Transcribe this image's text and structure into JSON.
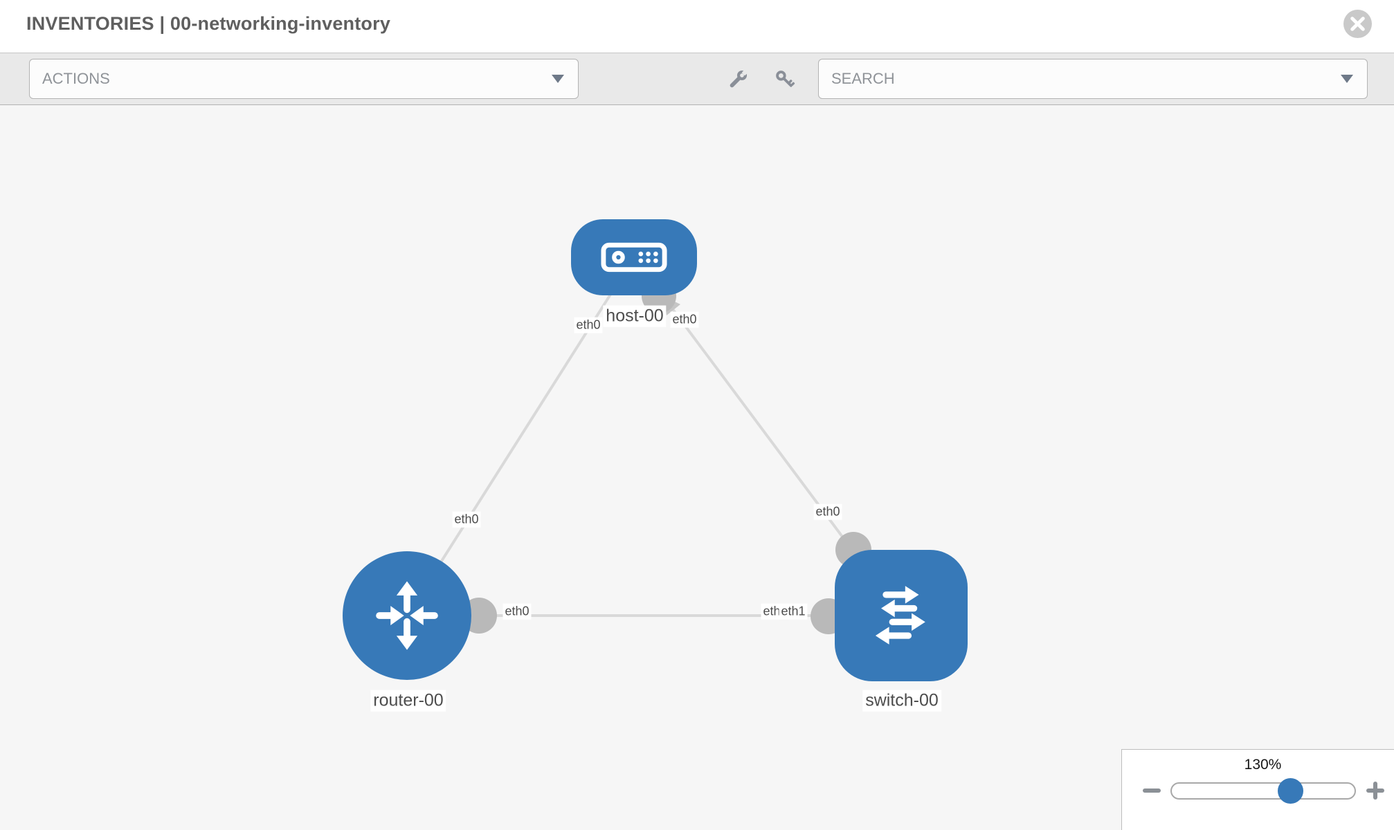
{
  "window": {
    "title": "INVENTORIES | 00-networking-inventory",
    "close_icon": "close-icon"
  },
  "toolbar": {
    "actions": {
      "label": "ACTIONS",
      "caret_icon": "chevron-down-icon"
    },
    "tools": [
      {
        "icon": "wrench-icon"
      },
      {
        "icon": "key-icon"
      }
    ],
    "search": {
      "placeholder": "SEARCH",
      "caret_icon": "chevron-down-icon"
    }
  },
  "topology": {
    "nodes": [
      {
        "id": "host-00",
        "type": "host",
        "label": "host-00",
        "icon": "host-icon"
      },
      {
        "id": "router-00",
        "type": "router",
        "label": "router-00",
        "icon": "router-icon"
      },
      {
        "id": "switch-00",
        "type": "switch",
        "label": "switch-00",
        "icon": "switch-icon"
      }
    ],
    "links": [
      {
        "from": "host-00",
        "to": "router-00",
        "from_iface": "eth0",
        "to_iface": "eth0"
      },
      {
        "from": "host-00",
        "to": "switch-00",
        "from_iface": "eth0",
        "to_iface": "eth0"
      },
      {
        "from": "router-00",
        "to": "switch-00",
        "from_iface": "eth0",
        "to_iface": "eth1",
        "overlapped_iface": "eth0"
      }
    ]
  },
  "zoom": {
    "level": "130%",
    "percent": 130
  },
  "colors": {
    "node_blue": "#3779b8",
    "link_gray": "#d9d9d9",
    "connector_gray": "#b9b9b9",
    "toolbar_bg": "#e9e9e9",
    "canvas_bg": "#f6f6f6"
  }
}
